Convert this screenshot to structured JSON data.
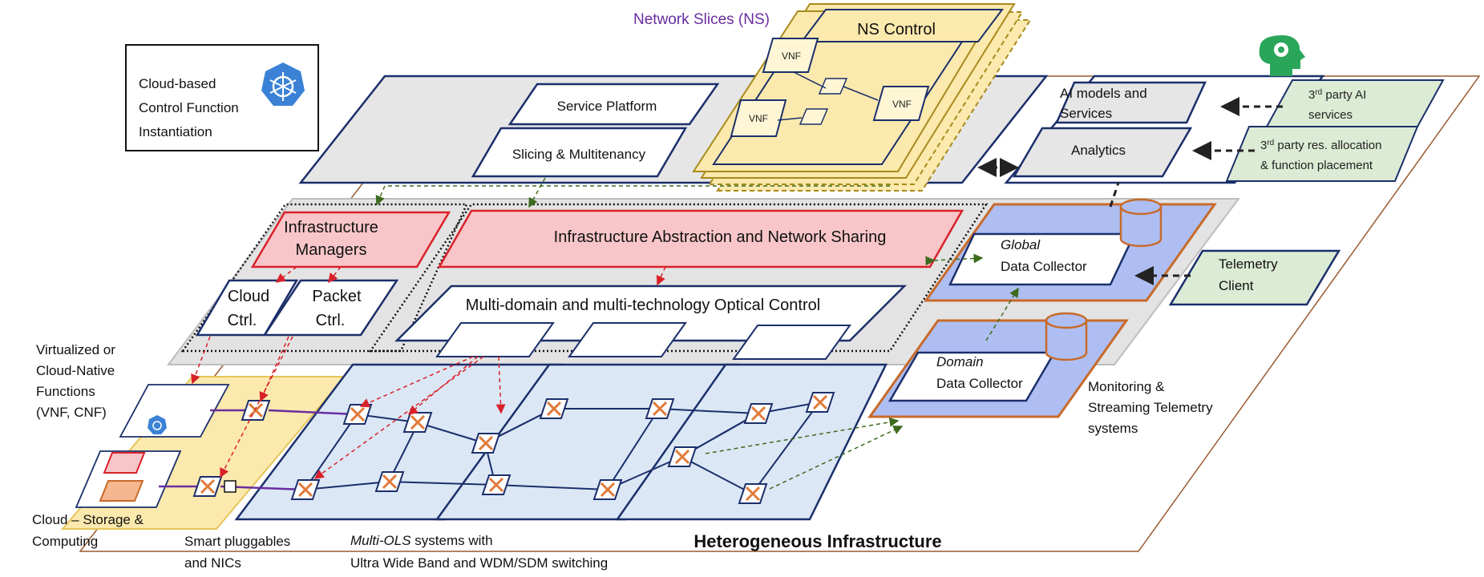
{
  "ns_title": "Network Slices (NS)",
  "ns_control": "NS Control",
  "vnf_label": "VNF",
  "cloud_box": {
    "line1": "Cloud-based",
    "line2": "Control Function",
    "line3": "Instantiation"
  },
  "service_platform": "Service Platform",
  "slicing": "Slicing & Multitenancy",
  "ai_models": {
    "line1": "AI models and",
    "line2": "Services"
  },
  "analytics": "Analytics",
  "third_party_ai": {
    "sup": "rd",
    "line1": " party AI",
    "line2": "services",
    "prefix": "3"
  },
  "third_party_res": {
    "prefix": "3",
    "sup": "rd",
    "line1": " party res. allocation",
    "line2": "& function placement"
  },
  "infra_managers": {
    "line1": "Infrastructure",
    "line2": "Managers"
  },
  "infra_abstraction": "Infrastructure Abstraction and Network Sharing",
  "cloud_ctrl": {
    "line1": "Cloud",
    "line2": "Ctrl."
  },
  "packet_ctrl": {
    "line1": "Packet",
    "line2": "Ctrl."
  },
  "optical_control": "Multi-domain and multi-technology Optical Control",
  "global_collector": {
    "italic": "Global",
    "line2": "Data Collector"
  },
  "domain_collector": {
    "italic": "Domain",
    "line2": "Data Collector"
  },
  "telemetry_client": {
    "line1": "Telemetry",
    "line2": "Client"
  },
  "virtualized": {
    "line1": "Virtualized or",
    "line2": "Cloud-Native",
    "line3": "Functions",
    "line4": "(VNF, CNF)"
  },
  "monitoring": {
    "line1": "Monitoring &",
    "line2": "Streaming Telemetry",
    "line3": "systems"
  },
  "cloud_storage": {
    "line1": "Cloud – Storage &",
    "line2": "Computing"
  },
  "smart_pluggables": {
    "line1": "Smart pluggables",
    "line2": "and NICs"
  },
  "multi_ols": {
    "italic": "Multi-OLS",
    "line1rest": " systems with",
    "line2": "Ultra Wide Band and WDM/SDM switching"
  },
  "heterogeneous": "Heterogeneous Infrastructure",
  "colors": {
    "navy": "#1b2f6b",
    "red_fill": "#f8c6c9",
    "red_border": "#d9212a",
    "blue_fill": "#aebef2",
    "orange": "#c86a2a",
    "green_fill": "#dcebd4",
    "light_blue": "#dbe7f5",
    "gold_fill": "#fbe9ad",
    "gold_border": "#a88a1c",
    "gray_fill": "#e3e3e3",
    "brain_green": "#2aa65a"
  },
  "icons": [
    "kubernetes-icon",
    "brain-gear-icon",
    "database-icon",
    "optical-switch-icon"
  ]
}
